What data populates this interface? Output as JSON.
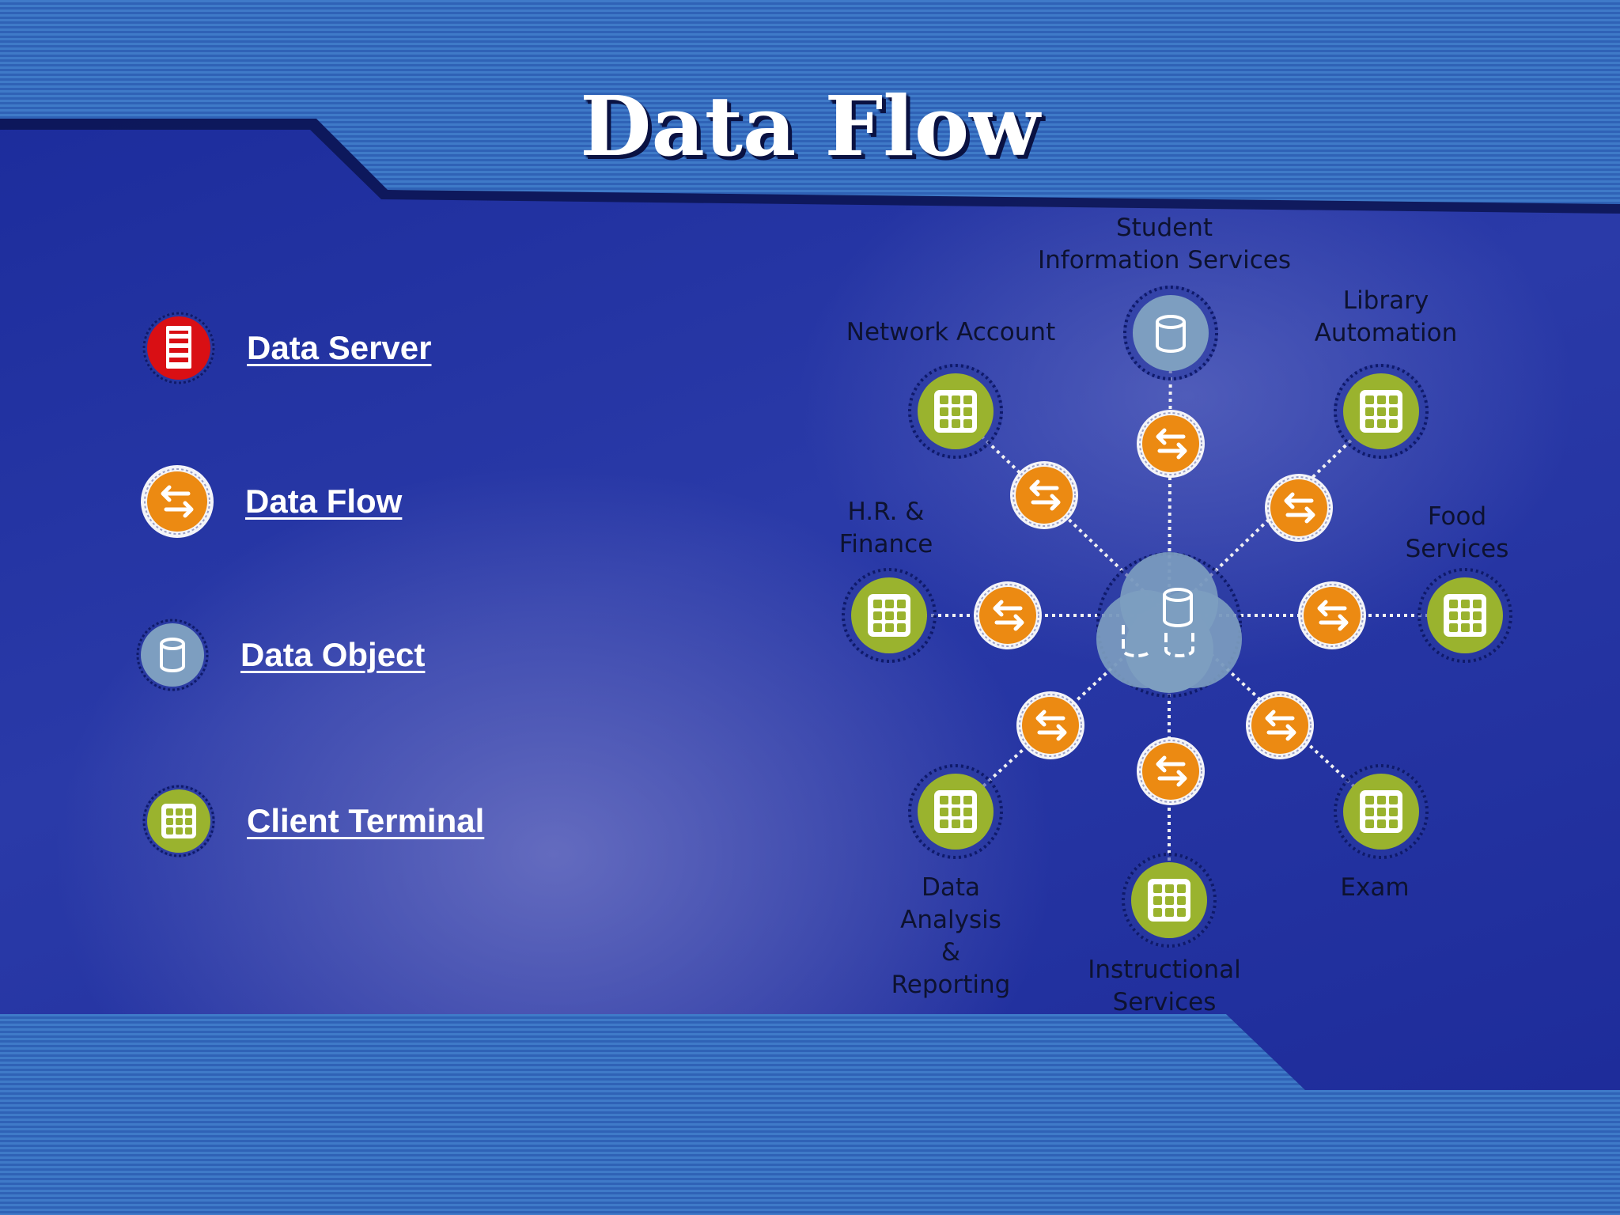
{
  "slide": {
    "title": "Data Flow",
    "colors": {
      "server": "#d90f14",
      "flow": "#ec8a12",
      "object": "#7d9ec0",
      "terminal": "#9ab32e",
      "link": "#f2f2f2"
    }
  },
  "legend": {
    "items": [
      {
        "label": "Data Server",
        "icon": "server-icon"
      },
      {
        "label": "Data Flow",
        "icon": "flow-arrows-icon"
      },
      {
        "label": "Data Object",
        "icon": "database-icon"
      },
      {
        "label": "Client Terminal",
        "icon": "terminal-grid-icon"
      }
    ]
  },
  "diagram": {
    "hub": {
      "icon": "database-cluster-icon",
      "type": "Data Object"
    },
    "nodes": [
      {
        "label_lines": [
          "Student",
          "Information Services"
        ],
        "type": "Data Object"
      },
      {
        "label_lines": [
          "Library",
          "Automation"
        ],
        "type": "Client Terminal"
      },
      {
        "label_lines": [
          "Food",
          "Services"
        ],
        "type": "Client Terminal"
      },
      {
        "label_lines": [
          "Exam"
        ],
        "type": "Client Terminal"
      },
      {
        "label_lines": [
          "Instructional",
          "Services"
        ],
        "type": "Client Terminal"
      },
      {
        "label_lines": [
          "Data",
          "Analysis",
          "&",
          "Reporting"
        ],
        "type": "Client Terminal"
      },
      {
        "label_lines": [
          "H.R. &",
          "Finance"
        ],
        "type": "Client Terminal"
      },
      {
        "label_lines": [
          "Network Account"
        ],
        "type": "Client Terminal"
      }
    ],
    "flow_connector": "Data Flow"
  }
}
